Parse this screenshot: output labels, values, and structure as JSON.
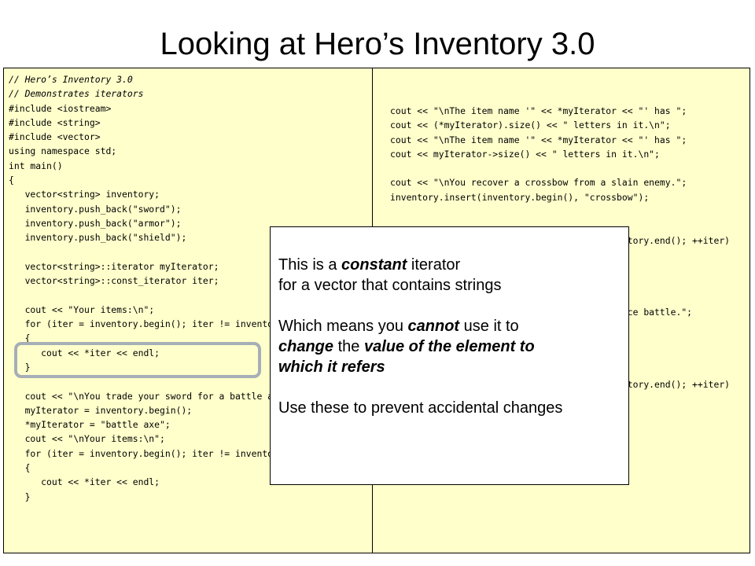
{
  "title": "Looking at Hero’s Inventory 3.0",
  "left_code": [
    {
      "text": "// Hero’s Inventory 3.0",
      "comment": true
    },
    {
      "text": "// Demonstrates iterators",
      "comment": true
    },
    {
      "text": "#include <iostream>"
    },
    {
      "text": "#include <string>"
    },
    {
      "text": "#include <vector>"
    },
    {
      "text": "using namespace std;"
    },
    {
      "text": "int main()"
    },
    {
      "text": "{"
    },
    {
      "text": "   vector<string> inventory;"
    },
    {
      "text": "   inventory.push_back(\"sword\");"
    },
    {
      "text": "   inventory.push_back(\"armor\");"
    },
    {
      "text": "   inventory.push_back(\"shield\");"
    },
    {
      "text": ""
    },
    {
      "text": "   vector<string>::iterator myIterator;"
    },
    {
      "text": "   vector<string>::const_iterator iter;"
    },
    {
      "text": ""
    },
    {
      "text": "   cout << \"Your items:\\n\";"
    },
    {
      "text": "   for (iter = inventory.begin(); iter != inventory.end(); ++iter)"
    },
    {
      "text": "   {"
    },
    {
      "text": "      cout << *iter << endl;"
    },
    {
      "text": "   }"
    },
    {
      "text": ""
    },
    {
      "text": "   cout << \"\\nYou trade your sword for a battle axe.\";"
    },
    {
      "text": "   myIterator = inventory.begin();"
    },
    {
      "text": "   *myIterator = \"battle axe\";"
    },
    {
      "text": "   cout << \"\\nYour items:\\n\";"
    },
    {
      "text": "   for (iter = inventory.begin(); iter != inventory.end(); ++iter)"
    },
    {
      "text": "   {"
    },
    {
      "text": "      cout << *iter << endl;"
    },
    {
      "text": "   }"
    }
  ],
  "right_code": [
    {
      "text": "cout << \"\\nThe item name '\" << *myIterator << \"' has \";"
    },
    {
      "text": "cout << (*myIterator).size() << \" letters in it.\\n\";"
    },
    {
      "text": "cout << \"\\nThe item name '\" << *myIterator << \"' has \";"
    },
    {
      "text": "cout << myIterator->size() << \" letters in it.\\n\";"
    },
    {
      "text": ""
    },
    {
      "text": "cout << \"\\nYou recover a crossbow from a slain enemy.\";"
    },
    {
      "text": "inventory.insert(inventory.begin(), \"crossbow\");"
    },
    {
      "text": ""
    },
    {
      "text": ""
    },
    {
      "text": "for (iter = inventory.begin(); iter != inventory.end(); ++iter)"
    },
    {
      "text": ""
    },
    {
      "text": ""
    },
    {
      "text": ""
    },
    {
      "text": ""
    },
    {
      "text": "cout << \"\\nYour armor is destroyed in a fierce battle.\";"
    },
    {
      "text": ""
    },
    {
      "text": ""
    },
    {
      "text": ""
    },
    {
      "text": ""
    },
    {
      "text": "for (iter = inventory.begin(); iter != inventory.end(); ++iter)"
    }
  ],
  "callout": {
    "line1_pre": "This is a ",
    "line1_em": "constant",
    "line1_post": " iterator",
    "line2": "for a vector that contains strings",
    "line3_pre": "Which means you ",
    "line3_em": "cannot",
    "line3_post": " use it to",
    "line4_em": "change",
    "line4_mid": " the ",
    "line4_em2": "value of the element to",
    "line5_em": "which it refers",
    "line6": "Use these to prevent accidental changes"
  }
}
